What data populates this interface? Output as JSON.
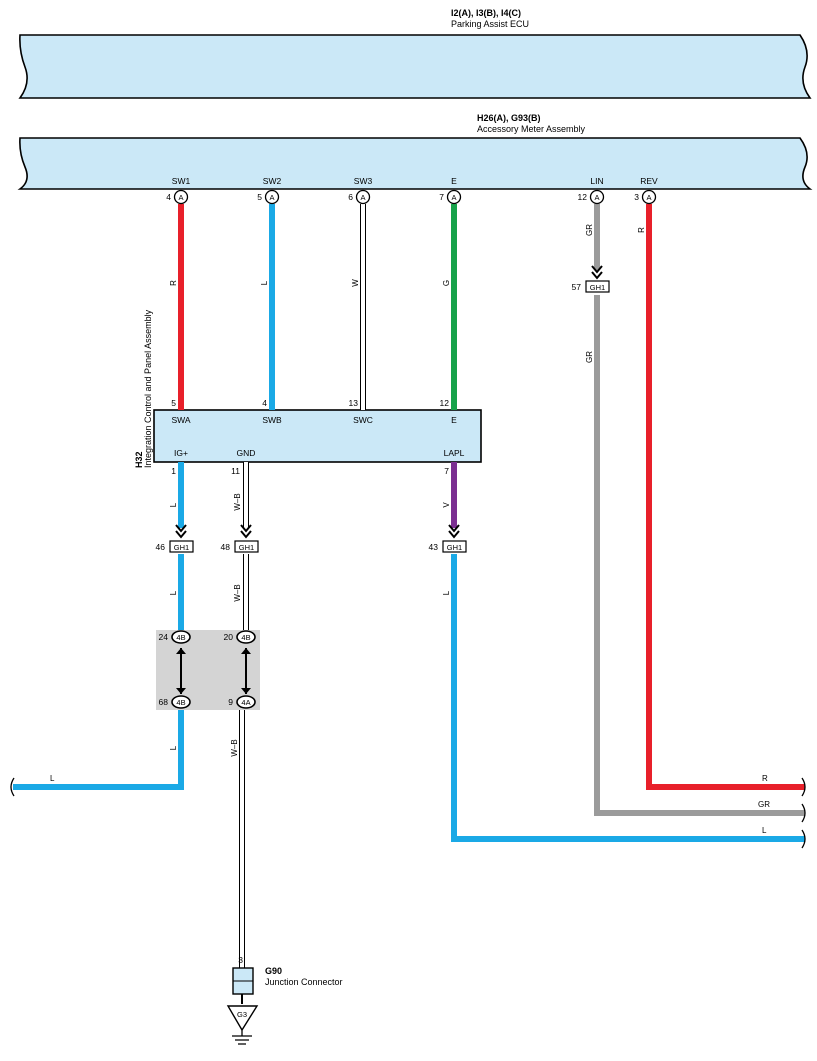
{
  "ecu": {
    "code": "I2(A), I3(B), I4(C)",
    "name": "Parking Assist ECU"
  },
  "meter": {
    "code": "H26(A), G93(B)",
    "name": "Accessory Meter Assembly",
    "pins": [
      {
        "label": "SW1",
        "number": "4",
        "connector": "A"
      },
      {
        "label": "SW2",
        "number": "5",
        "connector": "A"
      },
      {
        "label": "SW3",
        "number": "6",
        "connector": "A"
      },
      {
        "label": "E",
        "number": "7",
        "connector": "A"
      },
      {
        "label": "LIN",
        "number": "12",
        "connector": "A"
      },
      {
        "label": "REV",
        "number": "3",
        "connector": "A"
      }
    ]
  },
  "panel": {
    "code": "H32",
    "name": "Integration Control and Panel Assembly",
    "top_pins": [
      {
        "label": "SWA",
        "number": "5"
      },
      {
        "label": "SWB",
        "number": "4"
      },
      {
        "label": "SWC",
        "number": "13"
      },
      {
        "label": "E",
        "number": "12"
      }
    ],
    "bottom_pins": [
      {
        "label": "IG+",
        "number": "1"
      },
      {
        "label": "GND",
        "number": "11"
      },
      {
        "label": "LAPL",
        "number": "7"
      }
    ]
  },
  "wires": [
    {
      "id": "sw1",
      "color_code": "R",
      "color": "#e8202a"
    },
    {
      "id": "sw2",
      "color_code": "L",
      "color": "#1aa9e6"
    },
    {
      "id": "sw3",
      "color_code": "W",
      "color": "#ffffff"
    },
    {
      "id": "e",
      "color_code": "G",
      "color": "#17a24a"
    },
    {
      "id": "lin",
      "color_code": "GR",
      "color": "#9b9b9b"
    },
    {
      "id": "rev",
      "color_code": "R",
      "color": "#e8202a"
    },
    {
      "id": "ig_upper",
      "color_code": "L",
      "color": "#1aa9e6"
    },
    {
      "id": "gnd_upper",
      "color_code": "W–B",
      "color": "#ffffff"
    },
    {
      "id": "lapl_upper",
      "color_code": "V",
      "color": "#7b2f91"
    },
    {
      "id": "ig_mid",
      "color_code": "L",
      "color": "#1aa9e6"
    },
    {
      "id": "gnd_mid",
      "color_code": "W–B",
      "color": "#ffffff"
    },
    {
      "id": "lapl_lower",
      "color_code": "L",
      "color": "#1aa9e6"
    },
    {
      "id": "lin_lower",
      "color_code": "GR",
      "color": "#9b9b9b"
    },
    {
      "id": "ig_lower",
      "color_code": "L",
      "color": "#1aa9e6"
    },
    {
      "id": "gnd_lower",
      "color_code": "W–B",
      "color": "#ffffff"
    },
    {
      "id": "left_exit",
      "color_code": "L",
      "color": "#1aa9e6"
    },
    {
      "id": "right_exit_r",
      "color_code": "R",
      "color": "#e8202a"
    },
    {
      "id": "right_exit_gr",
      "color_code": "GR",
      "color": "#9b9b9b"
    },
    {
      "id": "right_exit_l",
      "color_code": "L",
      "color": "#1aa9e6"
    }
  ],
  "junctions": [
    {
      "number": "57",
      "connector": "GH1"
    },
    {
      "number": "46",
      "connector": "GH1"
    },
    {
      "number": "48",
      "connector": "GH1"
    },
    {
      "number": "43",
      "connector": "GH1"
    }
  ],
  "joint_connectors": [
    {
      "number": "24",
      "connector": "4B"
    },
    {
      "number": "20",
      "connector": "4B"
    },
    {
      "number": "68",
      "connector": "4B"
    },
    {
      "number": "9",
      "connector": "4A"
    }
  ],
  "junction_connector": {
    "code": "G90",
    "name": "Junction Connector",
    "pin": "3"
  },
  "ground": {
    "label": "G3"
  },
  "colors": {
    "component_fill": "#cbe8f7",
    "component_stroke": "#000000",
    "splice_box": "#d4d4d4"
  }
}
